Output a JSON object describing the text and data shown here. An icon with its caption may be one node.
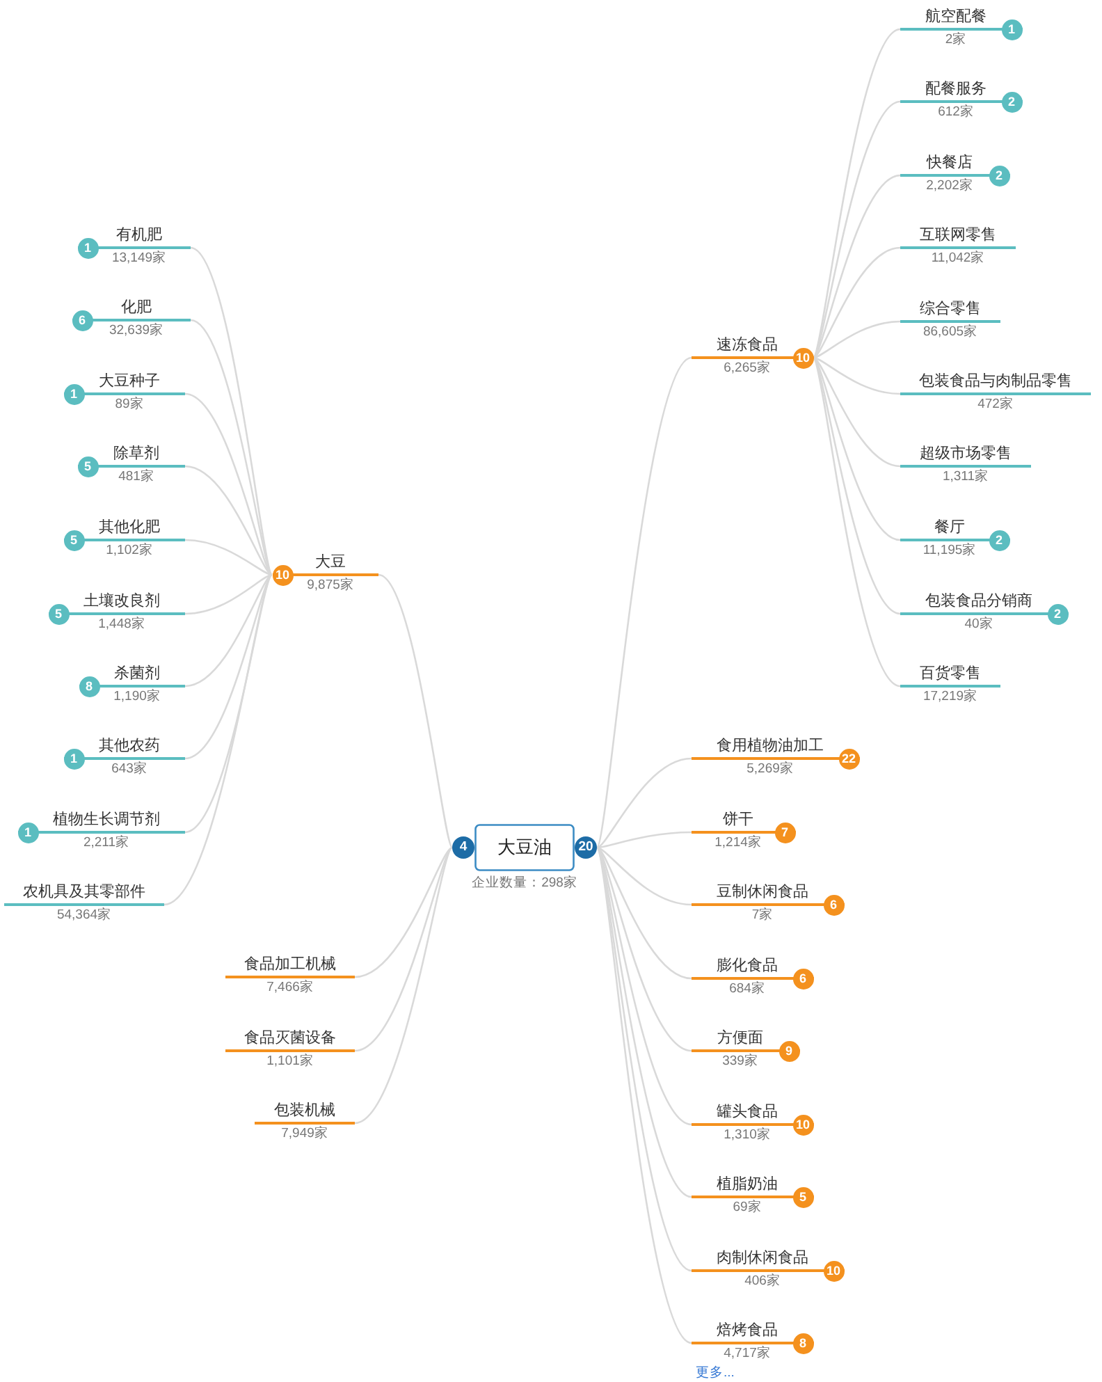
{
  "diagram": {
    "nodes": [
      {
        "text": [
          "大豆油",
          "企业数量：298家",
          "4",
          "20"
        ]
      },
      {
        "text": [
          "大豆",
          "9,875家",
          "10"
        ]
      },
      {
        "text": [
          "有机肥",
          "13,149家",
          "1"
        ]
      },
      {
        "text": [
          "化肥",
          "32,639家",
          "6"
        ]
      },
      {
        "text": [
          "大豆种子",
          "89家",
          "1"
        ]
      },
      {
        "text": [
          "除草剂",
          "481家",
          "5"
        ]
      },
      {
        "text": [
          "其他化肥",
          "1,102家",
          "5"
        ]
      },
      {
        "text": [
          "土壤改良剂",
          "1,448家",
          "5"
        ]
      },
      {
        "text": [
          "杀菌剂",
          "1,190家",
          "8"
        ]
      },
      {
        "text": [
          "其他农药",
          "643家",
          "1"
        ]
      },
      {
        "text": [
          "植物生长调节剂",
          "2,211家",
          "1"
        ]
      },
      {
        "text": [
          "农机具及其零部件",
          "54,364家"
        ]
      },
      {
        "text": [
          "食品加工机械",
          "7,466家"
        ]
      },
      {
        "text": [
          "食品灭菌设备",
          "1,101家"
        ]
      },
      {
        "text": [
          "包装机械",
          "7,949家"
        ]
      },
      {
        "text": [
          "速冻食品",
          "6,265家",
          "10"
        ]
      },
      {
        "text": [
          "航空配餐",
          "2家",
          "1"
        ]
      },
      {
        "text": [
          "配餐服务",
          "612家",
          "2"
        ]
      },
      {
        "text": [
          "快餐店",
          "2,202家",
          "2"
        ]
      },
      {
        "text": [
          "互联网零售",
          "11,042家"
        ]
      },
      {
        "text": [
          "综合零售",
          "86,605家"
        ]
      },
      {
        "text": [
          "包装食品与肉制品零售",
          "472家"
        ]
      },
      {
        "text": [
          "超级市场零售",
          "1,311家"
        ]
      },
      {
        "text": [
          "餐厅",
          "11,195家",
          "2"
        ]
      },
      {
        "text": [
          "包装食品分销商",
          "40家",
          "2"
        ]
      },
      {
        "text": [
          "百货零售",
          "17,219家"
        ]
      },
      {
        "text": [
          "食用植物油加工",
          "5,269家",
          "22"
        ]
      },
      {
        "text": [
          "饼干",
          "1,214家",
          "7"
        ]
      },
      {
        "text": [
          "豆制休闲食品",
          "7家",
          "6"
        ]
      },
      {
        "text": [
          "膨化食品",
          "684家",
          "6"
        ]
      },
      {
        "text": [
          "方便面",
          "339家",
          "9"
        ]
      },
      {
        "text": [
          "罐头食品",
          "1,310家",
          "10"
        ]
      },
      {
        "text": [
          "植脂奶油",
          "69家",
          "5"
        ]
      },
      {
        "text": [
          "肉制休闲食品",
          "406家",
          "10"
        ]
      },
      {
        "text": [
          "焙烤食品",
          "4,717家",
          "8"
        ]
      }
    ],
    "edges": [
      {
        "from": 0,
        "to": 1,
        "arrow": "none"
      },
      {
        "from": 1,
        "to": 2,
        "arrow": "none"
      },
      {
        "from": 1,
        "to": 3,
        "arrow": "none"
      },
      {
        "from": 1,
        "to": 4,
        "arrow": "none"
      },
      {
        "from": 1,
        "to": 5,
        "arrow": "none"
      },
      {
        "from": 1,
        "to": 6,
        "arrow": "none"
      },
      {
        "from": 1,
        "to": 7,
        "arrow": "none"
      },
      {
        "from": 1,
        "to": 8,
        "arrow": "none"
      },
      {
        "from": 1,
        "to": 9,
        "arrow": "none"
      },
      {
        "from": 1,
        "to": 10,
        "arrow": "none"
      },
      {
        "from": 1,
        "to": 11,
        "arrow": "none"
      },
      {
        "from": 0,
        "to": 12,
        "arrow": "none"
      },
      {
        "from": 0,
        "to": 13,
        "arrow": "none"
      },
      {
        "from": 0,
        "to": 14,
        "arrow": "none"
      },
      {
        "from": 0,
        "to": 15,
        "arrow": "none"
      },
      {
        "from": 15,
        "to": 16,
        "arrow": "none"
      },
      {
        "from": 15,
        "to": 17,
        "arrow": "none"
      },
      {
        "from": 15,
        "to": 18,
        "arrow": "none"
      },
      {
        "from": 15,
        "to": 19,
        "arrow": "none"
      },
      {
        "from": 15,
        "to": 20,
        "arrow": "none"
      },
      {
        "from": 15,
        "to": 21,
        "arrow": "none"
      },
      {
        "from": 15,
        "to": 22,
        "arrow": "none"
      },
      {
        "from": 15,
        "to": 23,
        "arrow": "none"
      },
      {
        "from": 15,
        "to": 24,
        "arrow": "none"
      },
      {
        "from": 15,
        "to": 25,
        "arrow": "none"
      },
      {
        "from": 0,
        "to": 26,
        "arrow": "none"
      },
      {
        "from": 0,
        "to": 27,
        "arrow": "none"
      },
      {
        "from": 0,
        "to": 28,
        "arrow": "none"
      },
      {
        "from": 0,
        "to": 29,
        "arrow": "none"
      },
      {
        "from": 0,
        "to": 30,
        "arrow": "none"
      },
      {
        "from": 0,
        "to": 31,
        "arrow": "none"
      },
      {
        "from": 0,
        "to": 32,
        "arrow": "none"
      },
      {
        "from": 0,
        "to": 33,
        "arrow": "none"
      },
      {
        "from": 0,
        "to": 34,
        "arrow": "none"
      }
    ],
    "labels": [
      "更多..."
    ]
  }
}
